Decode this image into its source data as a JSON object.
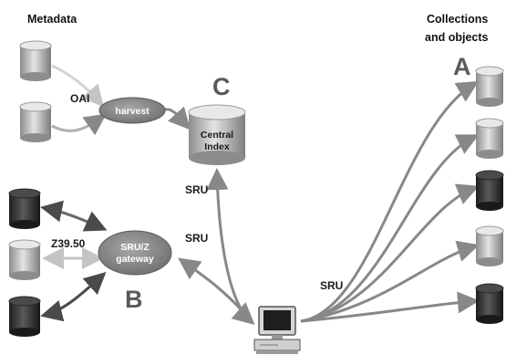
{
  "headings": {
    "metadata": "Metadata",
    "collections_line1": "Collections",
    "collections_line2": "and objects"
  },
  "labels": {
    "oai": "OAI",
    "z3950": "Z39.50",
    "sru_upper": "SRU",
    "sru_middle": "SRU",
    "sru_right": "SRU"
  },
  "nodes": {
    "harvest": "harvest",
    "central_index_line1": "Central",
    "central_index_line2": "Index",
    "gateway_line1": "SRU/Z",
    "gateway_line2": "gateway"
  },
  "markers": {
    "a": "A",
    "b": "B",
    "c": "C"
  },
  "icons": {
    "metadata_store": "database-cylinder-light",
    "collection_store": "database-cylinder",
    "client": "desktop-computer-icon"
  },
  "colors": {
    "cylinder_light": "#c9c9c9",
    "cylinder_dark": "#353535",
    "ellipse_node": "#8a8a8a",
    "arrow": "#888888"
  }
}
